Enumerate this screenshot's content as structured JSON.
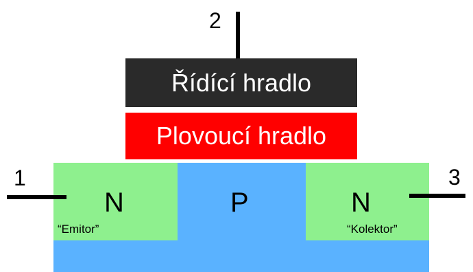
{
  "colors": {
    "control_gate": "#2a2a2a",
    "floating_gate": "#ff0000",
    "n_region": "#8ef08e",
    "p_substrate": "#5ab2ff",
    "wire": "#000000"
  },
  "terminals": {
    "source_number": "1",
    "gate_number": "2",
    "drain_number": "3"
  },
  "gates": {
    "control_gate_label": "Řídící hradlo",
    "floating_gate_label": "Plovoucí hradlo"
  },
  "regions": {
    "left": {
      "type_letter": "N",
      "role": "“Emitor”"
    },
    "middle": {
      "type_letter": "P"
    },
    "right": {
      "type_letter": "N",
      "role": "“Kolektor”"
    }
  }
}
